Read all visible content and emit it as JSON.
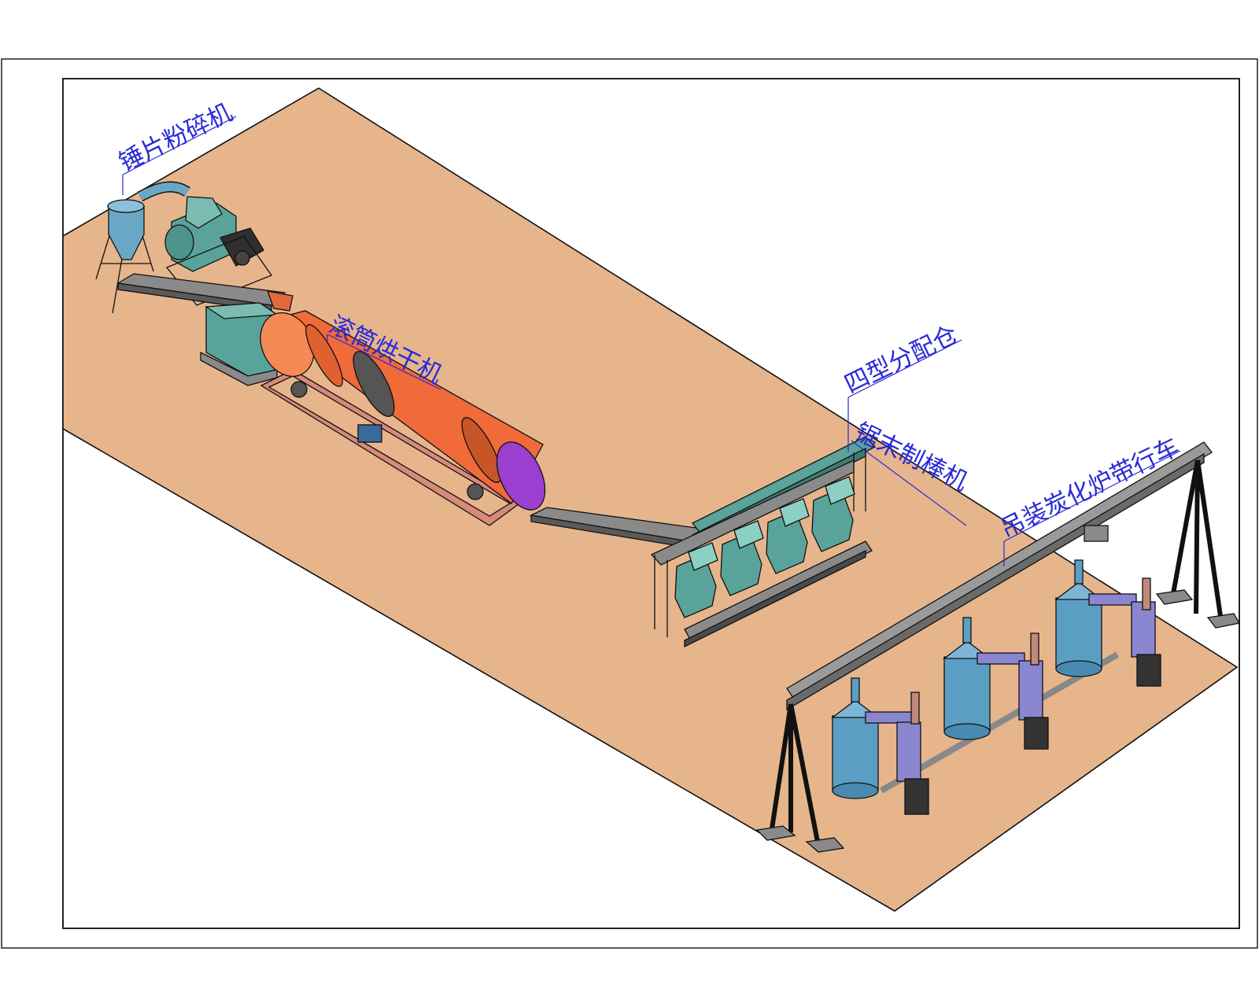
{
  "labels": {
    "hammer_mill": "锤片粉碎机",
    "rotary_dryer": "滚筒烘干机",
    "distribution_bin": "四型分配仓",
    "briquette_machine": "锯末制棒机",
    "carbonization_furnace": "吊装炭化炉带行车"
  },
  "colors": {
    "floor": "#e6b58c",
    "line": "#1a1a1a",
    "label": "#2a2ad8",
    "dryer_drum": "#f06a3a",
    "dryer_end": "#9b3fd0",
    "dryer_frame": "#d88a7a",
    "machine_teal": "#5aa39a",
    "cyclone_blue": "#6aa7c4",
    "furnace_blue": "#5b9ec4",
    "pipe_purple": "#8a86d0",
    "conveyor_gray": "#8a8a8a",
    "crane_gray": "#9a9a9a"
  }
}
